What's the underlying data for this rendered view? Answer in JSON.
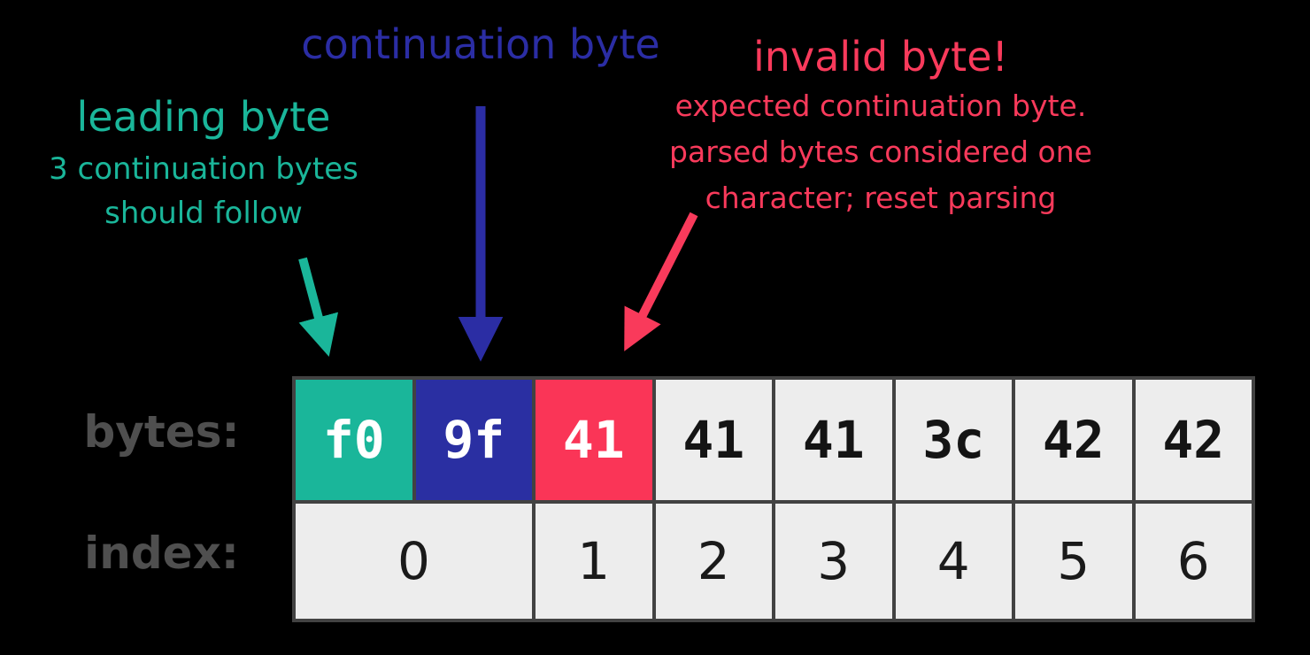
{
  "annotations": {
    "continuation": {
      "title": "continuation byte"
    },
    "leading": {
      "title": "leading byte",
      "line1": "3 continuation bytes",
      "line2": "should follow"
    },
    "invalid": {
      "title": "invalid byte!",
      "line1": "expected continuation byte.",
      "line2": "parsed bytes considered one",
      "line3": "character; reset parsing"
    }
  },
  "table": {
    "bytes_label": "bytes:",
    "index_label": "index:",
    "bytes": [
      {
        "value": "f0",
        "type": "leading"
      },
      {
        "value": "9f",
        "type": "continuation"
      },
      {
        "value": "41",
        "type": "invalid"
      },
      {
        "value": "41",
        "type": "plain"
      },
      {
        "value": "41",
        "type": "plain"
      },
      {
        "value": "3c",
        "type": "plain"
      },
      {
        "value": "42",
        "type": "plain"
      },
      {
        "value": "42",
        "type": "plain"
      }
    ],
    "indices": [
      {
        "value": "0",
        "span": 2
      },
      {
        "value": "1",
        "span": 1
      },
      {
        "value": "2",
        "span": 1
      },
      {
        "value": "3",
        "span": 1
      },
      {
        "value": "4",
        "span": 1
      },
      {
        "value": "5",
        "span": 1
      },
      {
        "value": "6",
        "span": 1
      }
    ]
  },
  "colors": {
    "teal": "#1ab69a",
    "blue": "#2b2da4",
    "blue_cell": "#2a2fa2",
    "red": "#f93a5b",
    "red_cell": "#fa3557",
    "cell_gray": "#ededed",
    "border_gray": "#424242",
    "label_gray": "#4f4f4f",
    "index_text": "#1a1a1a",
    "background": "#000000"
  }
}
